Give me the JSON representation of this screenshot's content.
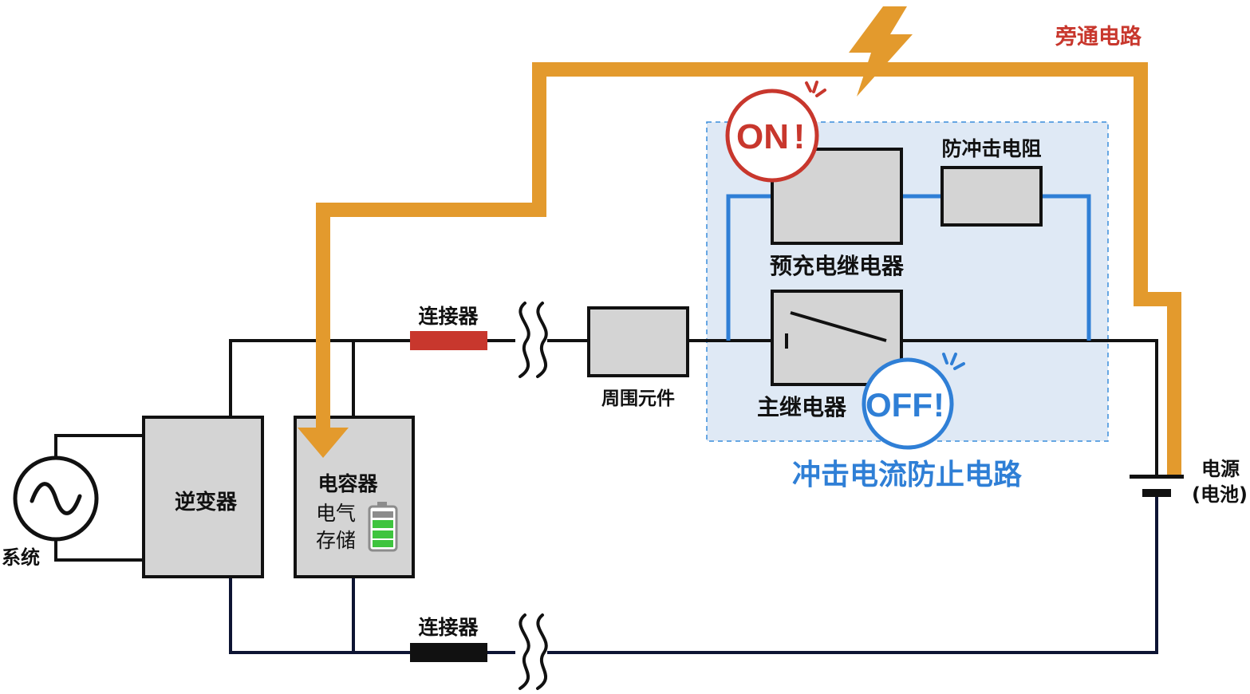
{
  "labels": {
    "bypass_circuit": "旁通电路",
    "anti_surge_resistor": "防冲击电阻",
    "precharge_relay": "预充电继电器",
    "main_relay": "主继电器",
    "inrush_prevention_circuit": "冲击电流防止电路",
    "peripheral_component": "周围元件",
    "connector_top": "连接器",
    "connector_bottom": "连接器",
    "inverter": "逆变器",
    "capacitor": "电容器",
    "capacitor_note_line1": "电气",
    "capacitor_note_line2": "存储",
    "system": "系统",
    "power_source_line1": "电源",
    "power_source_line2": "(电池)"
  },
  "badges": {
    "on": "ON",
    "off": "OFF",
    "mark": "!"
  },
  "colors": {
    "bypass_orange": "#e39a2d",
    "blue_circuit": "#2f7fd6",
    "blue_title": "#2f7fd6",
    "red_label": "#c8372d",
    "red_connector": "#c8372d",
    "box_fill": "#d4d4d4",
    "region_fill": "#dfe9f5",
    "dark_wire": "#0d1433",
    "battery_green": "#3ec43e"
  }
}
